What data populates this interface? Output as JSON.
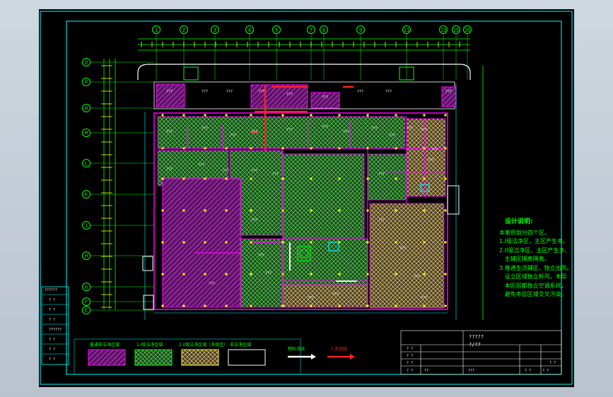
{
  "drawing": {
    "grid_top": [
      "1",
      "2",
      "3",
      "4",
      "5",
      "7",
      "8",
      "9",
      "11",
      "13",
      "15",
      "16"
    ],
    "grid_left": [
      "Q",
      "P",
      "N",
      "M",
      "L",
      "K",
      "J",
      "H",
      "G",
      "F",
      "E"
    ],
    "room_tag": "???",
    "left_box_label": "??????",
    "left_box_rows": [
      "? ?",
      "? ?",
      "? ?",
      "??????",
      "? ?",
      "? ?",
      "? ?"
    ]
  },
  "notes": {
    "title": "设计说明:",
    "lines": [
      "本案例划分四个区。",
      "1.I级洁净区，主区产生本。",
      "2.II级洁净区，主区产生多、",
      "   主辅区隔离隔离。",
      "3.普通生活辅区，独立出风。",
      "   设立区域独立新风，本层",
      "   本区层都独立空调系统，",
      "   避免本层区域交叉污染。"
    ]
  },
  "legend": {
    "items": [
      {
        "label": "普通非洁净区域",
        "color": "#ff00ff"
      },
      {
        "label": "1.I级洁净区域",
        "color": "#00ff00"
      },
      {
        "label": "2.II级洁净区域（多级区）",
        "color": "#ffff66"
      },
      {
        "label": "非洁净区域",
        "color": "#ffffff"
      }
    ],
    "arrows": [
      {
        "label": "物料流线",
        "color": "#ffffff"
      },
      {
        "label": "人流流线",
        "color": "#ff2020"
      }
    ]
  },
  "title_block": {
    "code1": "?????",
    "code2": "?/??",
    "cells": [
      "? ?",
      "? ?",
      "? ?",
      "? ?",
      "??",
      "???",
      "? ?",
      "? ?",
      "? ?"
    ]
  },
  "colors": {
    "frame": "#00ffff",
    "wall": "#ff00ff",
    "green": "#00ff00",
    "yellow": "#ffff00",
    "red": "#ff0000"
  }
}
